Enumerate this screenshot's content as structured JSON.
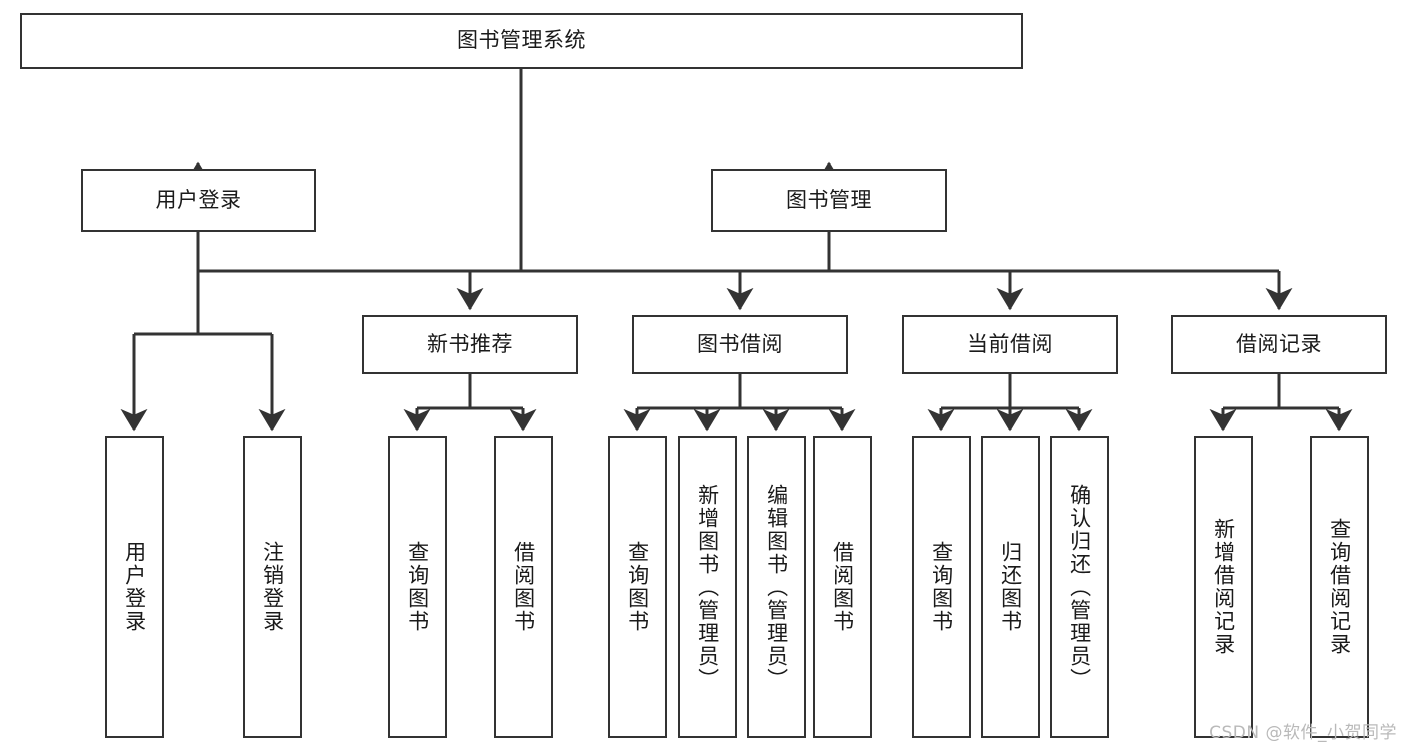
{
  "diagram": {
    "type": "tree-hierarchy",
    "title": "图书管理系统",
    "watermark": "CSDN @软件_小贺同学",
    "colors": {
      "box_border": "#333333",
      "box_fill": "#ffffff",
      "edge": "#333333",
      "text": "#1a1a1a",
      "watermark": "#b9b9b9",
      "background": "#ffffff"
    },
    "nodes": {
      "root": {
        "label": "图书管理系统"
      },
      "level2": [
        {
          "id": "user-login",
          "label": "用户登录"
        },
        {
          "id": "book-manage",
          "label": "图书管理"
        }
      ],
      "level3": [
        {
          "id": "new-book-recommend",
          "label": "新书推荐"
        },
        {
          "id": "book-borrow",
          "label": "图书借阅"
        },
        {
          "id": "current-borrow",
          "label": "当前借阅"
        },
        {
          "id": "borrow-record",
          "label": "借阅记录"
        }
      ],
      "leaves": {
        "user-login": [
          {
            "id": "leaf-user-login",
            "label": "用户登录"
          },
          {
            "id": "leaf-user-logout",
            "label": "注销登录"
          }
        ],
        "new-book-recommend": [
          {
            "id": "leaf-query-book-1",
            "label": "查询图书"
          },
          {
            "id": "leaf-borrow-book-1",
            "label": "借阅图书"
          }
        ],
        "book-borrow": [
          {
            "id": "leaf-query-book-2",
            "label": "查询图书"
          },
          {
            "id": "leaf-add-book",
            "label": "新增图书（管理员）"
          },
          {
            "id": "leaf-edit-book",
            "label": "编辑图书（管理员）"
          },
          {
            "id": "leaf-borrow-book-2",
            "label": "借阅图书"
          }
        ],
        "current-borrow": [
          {
            "id": "leaf-query-book-3",
            "label": "查询图书"
          },
          {
            "id": "leaf-return-book",
            "label": "归还图书"
          },
          {
            "id": "leaf-confirm-return",
            "label": "确认归还（管理员）"
          }
        ],
        "borrow-record": [
          {
            "id": "leaf-add-record",
            "label": "新增借阅记录"
          },
          {
            "id": "leaf-query-record",
            "label": "查询借阅记录"
          }
        ]
      }
    }
  }
}
